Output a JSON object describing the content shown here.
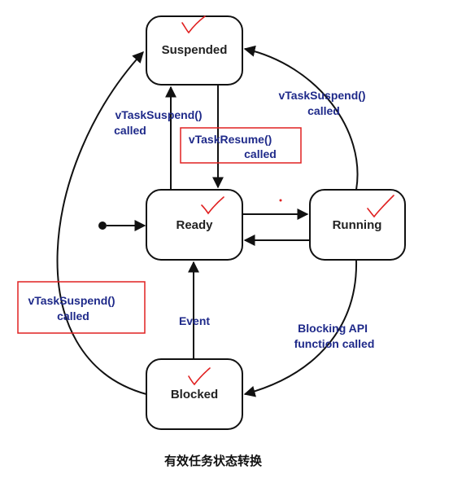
{
  "states": {
    "suspended": "Suspended",
    "ready": "Ready",
    "running": "Running",
    "blocked": "Blocked"
  },
  "edges": {
    "ready_to_suspended": [
      "vTaskSuspend()",
      "called"
    ],
    "resume": [
      "vTaskResume()",
      "called"
    ],
    "running_to_suspended": [
      "vTaskSuspend()",
      "called"
    ],
    "blocked_to_suspended": [
      "vTaskSuspend()",
      "called"
    ],
    "event": "Event",
    "blocking": [
      "Blocking API",
      "function called"
    ]
  },
  "caption": "有效任务状态转换",
  "colors": {
    "state_border": "#111111",
    "label_text": "#1f2a8a",
    "annotation": "#e02020"
  }
}
